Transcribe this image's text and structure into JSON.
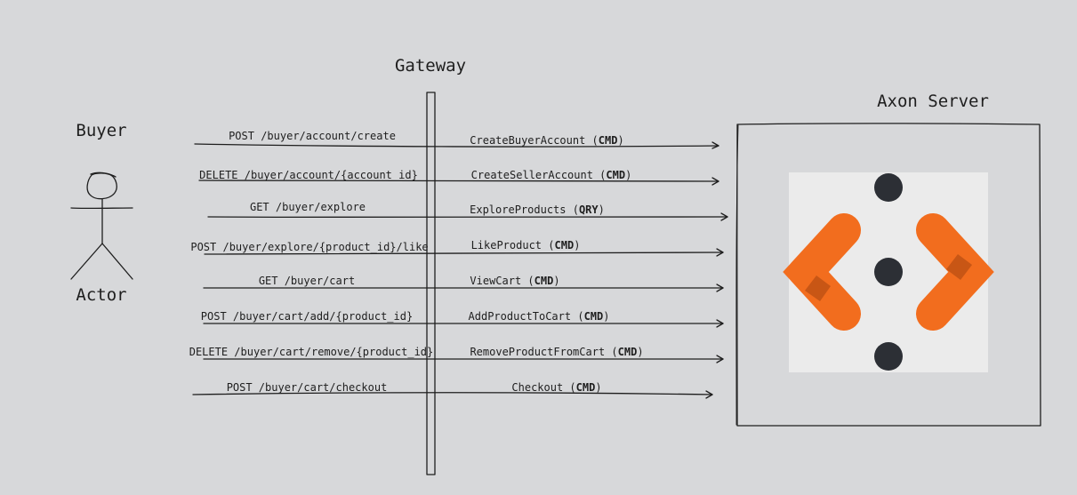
{
  "actor": {
    "name": "Buyer",
    "caption": "Actor"
  },
  "gateway": {
    "label": "Gateway"
  },
  "server": {
    "label": "Axon Server"
  },
  "requests": [
    {
      "endpoint": "POST /buyer/account/create",
      "message": "CreateBuyerAccount",
      "kind": "CMD"
    },
    {
      "endpoint": "DELETE /buyer/account/{account_id}",
      "message": "CreateSellerAccount",
      "kind": "CMD"
    },
    {
      "endpoint": "GET /buyer/explore",
      "message": "ExploreProducts",
      "kind": "QRY"
    },
    {
      "endpoint": "POST /buyer/explore/{product_id}/like",
      "message": "LikeProduct",
      "kind": "CMD"
    },
    {
      "endpoint": "GET /buyer/cart",
      "message": "ViewCart",
      "kind": "CMD"
    },
    {
      "endpoint": "POST /buyer/cart/add/{product_id}",
      "message": "AddProductToCart",
      "kind": "CMD"
    },
    {
      "endpoint": "DELETE /buyer/cart/remove/{product_id}",
      "message": "RemoveProductFromCart",
      "kind": "CMD"
    },
    {
      "endpoint": "POST /buyer/cart/checkout",
      "message": "Checkout",
      "kind": "CMD"
    }
  ],
  "colors": {
    "accent": "#f26d1e",
    "ink": "#1e1e1e",
    "dot": "#2c2f35",
    "background": "#d7d8da",
    "logo_bg": "#ebebeb"
  },
  "icons": [
    "stick-figure-icon",
    "axon-server-logo-icon",
    "arrow-head-icon"
  ]
}
